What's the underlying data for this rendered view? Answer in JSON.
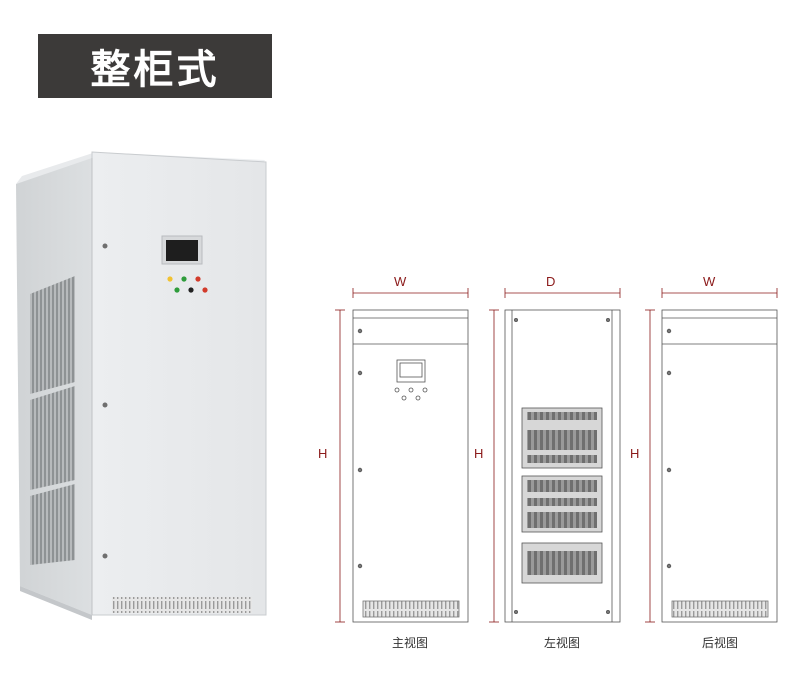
{
  "title": "整柜式",
  "labels": {
    "width": "W",
    "depth": "D",
    "height": "H"
  },
  "views": {
    "front": "主视图",
    "left": "左视图",
    "rear": "后视图"
  },
  "colors": {
    "title_bg": "#3c3a39",
    "dimension": "#8b1a1a",
    "cabinet": "#e2e4e5"
  },
  "indicator_colors": [
    "#f1c232",
    "#2e9c3b",
    "#d23b2b",
    "#2e9c3b",
    "#222222",
    "#d23b2b"
  ]
}
